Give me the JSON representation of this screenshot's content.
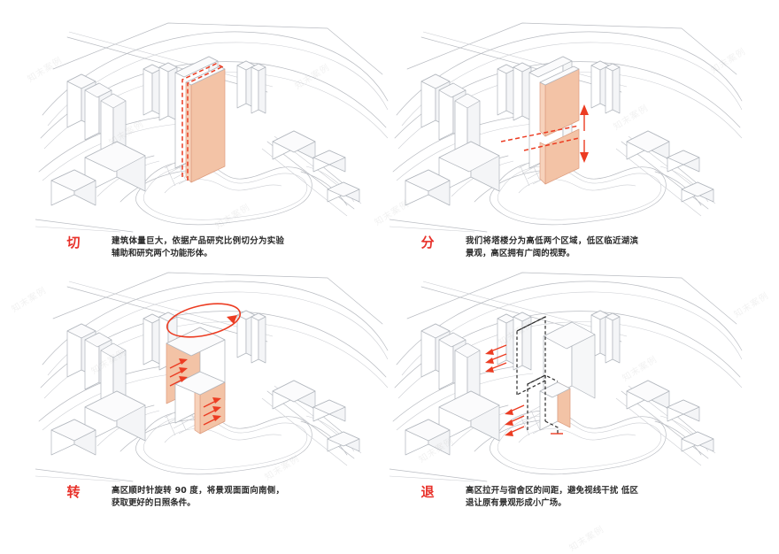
{
  "sheet": {
    "background": "#ffffff",
    "accent_red": "#e8312a",
    "mass_fill": "#f3c3a6",
    "line_color": "#b9bcc2",
    "watermark_text": "知末案例"
  },
  "panels": [
    {
      "id": "panel-1",
      "keyword": "切",
      "caption": "建筑体量巨大，依据产品研究比例切分为实验辅助和研究两个功能形体。",
      "annotation": "vertical-red-dashed-cut-line"
    },
    {
      "id": "panel-2",
      "keyword": "分",
      "caption": "我们将塔楼分为高低两个区域，低区临近湖滨景观，高区拥有广阔的视野。",
      "annotation": "horizontal-red-dashed-split-with-up-down-arrows"
    },
    {
      "id": "panel-3",
      "keyword": "转",
      "caption": "高区顺时针旋转 90 度，将景观面面向南侧，获取更好的日照条件。",
      "annotation": "red-rotation-ellipse-with-arrow-clusters"
    },
    {
      "id": "panel-4",
      "keyword": "退",
      "caption": "高区拉开与宿舍区的间距，避免视线干扰 低区退让原有景观形成小广场。",
      "annotation": "black-dashed-ghost-outlines-with-red-shift-arrows"
    }
  ]
}
